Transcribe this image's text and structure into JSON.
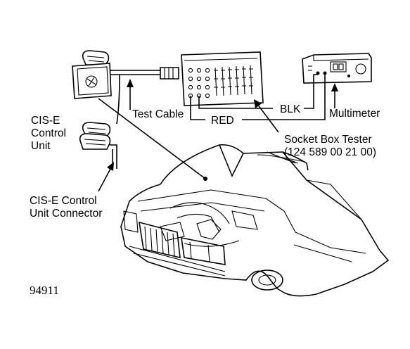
{
  "labels": {
    "control_unit": [
      "CIS-E",
      "Control",
      "Unit"
    ],
    "test_cable": "Test Cable",
    "blk": "BLK",
    "red": "RED",
    "multimeter": "Multimeter",
    "socket_box_tester": [
      "Socket Box Tester",
      "(124 589 00 21 00)"
    ],
    "connector": [
      "CIS-E Control",
      "Unit Connector"
    ],
    "figure_number": "94911"
  },
  "icons": {
    "control_unit": "ecu-box-icon",
    "connector": "plug-connector-icon",
    "tester": "socket-box-tester-icon",
    "multimeter": "multimeter-icon",
    "car": "car-engine-bay-icon"
  }
}
